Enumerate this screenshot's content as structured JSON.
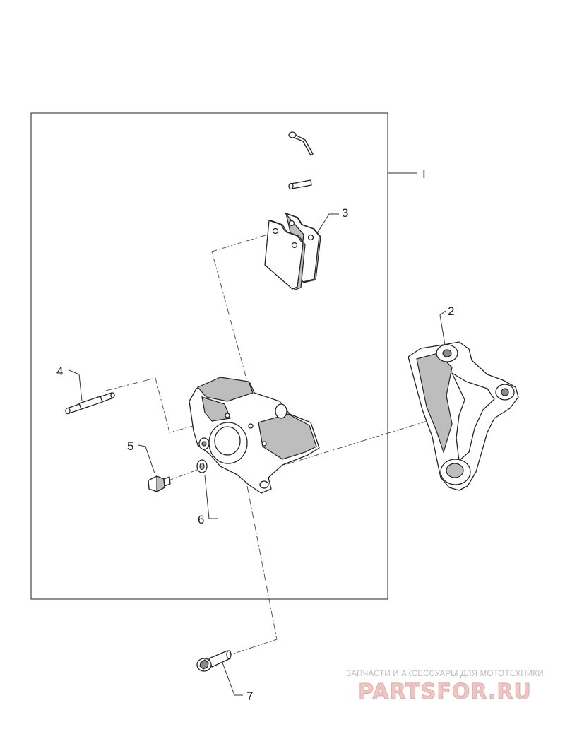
{
  "diagram": {
    "labels": {
      "frame": "I",
      "p2": "2",
      "p3": "3",
      "p4": "4",
      "p5": "5",
      "p6": "6",
      "p7": "7"
    }
  },
  "watermark": {
    "tagline": "ЗАПЧАСТИ И АКСЕССУАРЫ ДЛЯ МОТОТЕХНИКИ",
    "logo_text": "PARTSFOR.RU"
  }
}
